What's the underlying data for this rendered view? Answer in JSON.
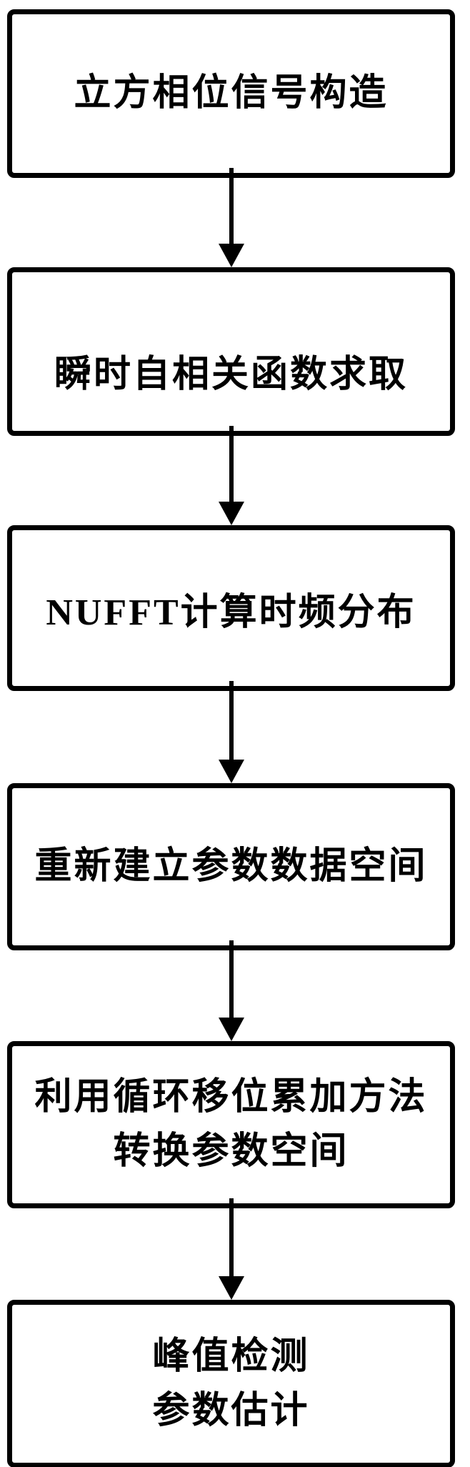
{
  "figure": {
    "type": "flowchart",
    "background_color": "#ffffff",
    "stroke_color": "#000000",
    "direction": "top-to-bottom"
  },
  "flowchart": {
    "boxes": [
      {
        "id": "cubic-phase-signal-construction",
        "lines": [
          "立方相位信号构造"
        ]
      },
      {
        "id": "instantaneous-autocorrelation",
        "lines": [
          "瞬时自相关函数求取"
        ]
      },
      {
        "id": "nufft-time-frequency-distribution",
        "lines": [
          "NUFFT计算时频分布"
        ]
      },
      {
        "id": "rebuild-parameter-data-space",
        "lines": [
          "重新建立参数数据空间"
        ]
      },
      {
        "id": "cyclic-shift-accumulation",
        "lines": [
          "利用循环移位累加方法",
          "转换参数空间"
        ]
      },
      {
        "id": "peak-detection-parameter-estimation",
        "lines": [
          "峰值检测",
          "参数估计"
        ]
      }
    ],
    "connectors": [
      {
        "from": 0,
        "to": 1,
        "type": "down-arrow"
      },
      {
        "from": 1,
        "to": 2,
        "type": "down-arrow"
      },
      {
        "from": 2,
        "to": 3,
        "type": "down-arrow"
      },
      {
        "from": 3,
        "to": 4,
        "type": "down-arrow"
      },
      {
        "from": 4,
        "to": 5,
        "type": "down-arrow"
      }
    ]
  }
}
